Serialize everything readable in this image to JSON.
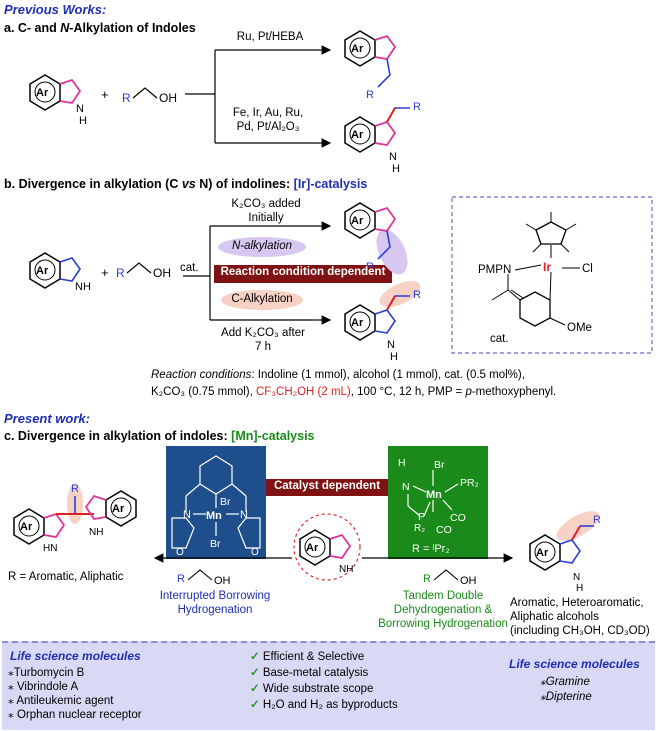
{
  "headers": {
    "previous": "Previous Works:",
    "present": "Present work:"
  },
  "section_a": {
    "title_prefix": "a. C- and ",
    "title_n": "N",
    "title_suffix": "-Alkylation of Indoles",
    "top_catalysts": "Ru, Pt/HEBA",
    "bottom_catalysts_1": "Fe, Ir, Au, Ru,",
    "bottom_catalysts_2": "Pd, Pt/Al₂O₃",
    "plus": "+",
    "r": "R",
    "oh": "OH",
    "ar": "Ar",
    "nh": "N",
    "h": "H"
  },
  "section_b": {
    "title_prefix": "b. Divergence in alkylation (C ",
    "title_vs": "vs",
    "title_mid": " N) of indolines: ",
    "title_cat": "[Ir]-catalysis",
    "k2co3_initial_1": "K₂CO₃ added",
    "k2co3_initial_2": "Initially",
    "n_alkylation": "N-alkylation",
    "condition_banner": "Reaction condition dependent",
    "c_alkylation": "C-Alkylation",
    "k2co3_after_1": "Add K₂CO₃ after",
    "k2co3_after_2": "7 h",
    "cat": "cat.",
    "catalyst_labels": {
      "pmp": "PMP",
      "n": "N",
      "ir": "Ir",
      "cl": "Cl",
      "cat": "cat.",
      "ome": "OMe"
    },
    "conditions_label": "Reaction conditions",
    "conditions_1": ": Indoline (1 mmol), alcohol (1 mmol), cat. (0.5 mol%),",
    "conditions_2a": "K₂CO₃ (0.75 mmol), ",
    "conditions_2red": "CF₃CH₂OH (2 mL)",
    "conditions_2b": ", 100 °C, 12 h, PMP = ",
    "conditions_2c": "p",
    "conditions_2d": "-methoxyphenyl."
  },
  "section_c": {
    "title_prefix": "c. Divergence in alkylation of indoles: ",
    "title_cat": "[Mn]-catalysis",
    "catalyst_banner": "Catalyst dependent",
    "left_label": "R = Aromatic, Aliphatic",
    "left_arrow_1": "Interrupted Borrowing",
    "left_arrow_2": "Hydrogenation",
    "right_arrow_1": "Tandem Double",
    "right_arrow_2": "Dehydrogenation &",
    "right_arrow_3": "Borrowing Hydrogenation",
    "right_label_1": "Aromatic, Heteroaromatic,",
    "right_label_2": "Aliphatic alcohols",
    "right_label_3": "(including CH₃OH, CD₃OD)",
    "mn_left": {
      "mn": "Mn",
      "br1": "Br",
      "br2": "Br",
      "n": "N",
      "o": "O"
    },
    "mn_right": {
      "h": "H",
      "br": "Br",
      "n": "N",
      "mn": "Mn",
      "pr2a": "PR₂",
      "p": "P",
      "r2": "R₂",
      "co1": "CO",
      "co2": "CO",
      "r_def": "R = ᴵPr₂"
    }
  },
  "bottom": {
    "left_title": "Life science molecules",
    "left_items": [
      "Turbomycin B",
      "Vibrindole A",
      "Antileukemic agent",
      "Orphan nuclear receptor"
    ],
    "mid_items": [
      "Efficient & Selective",
      "Base-metal catalysis",
      "Wide substrate scope",
      "H₂O and H₂ as byproducts"
    ],
    "right_title": "Life science molecules",
    "right_items": [
      "Gramine",
      "Dipterine"
    ]
  },
  "colors": {
    "blue_header": "#1f2fb3",
    "banner_red": "#7f1212",
    "mn_left_bg": "#1f4e8c",
    "mn_right_bg": "#1a8a1a",
    "pink": "#e0339b",
    "indole_blue": "#2b3fd6",
    "bond_red": "#e02020",
    "lavender": "#d9d9f5"
  }
}
